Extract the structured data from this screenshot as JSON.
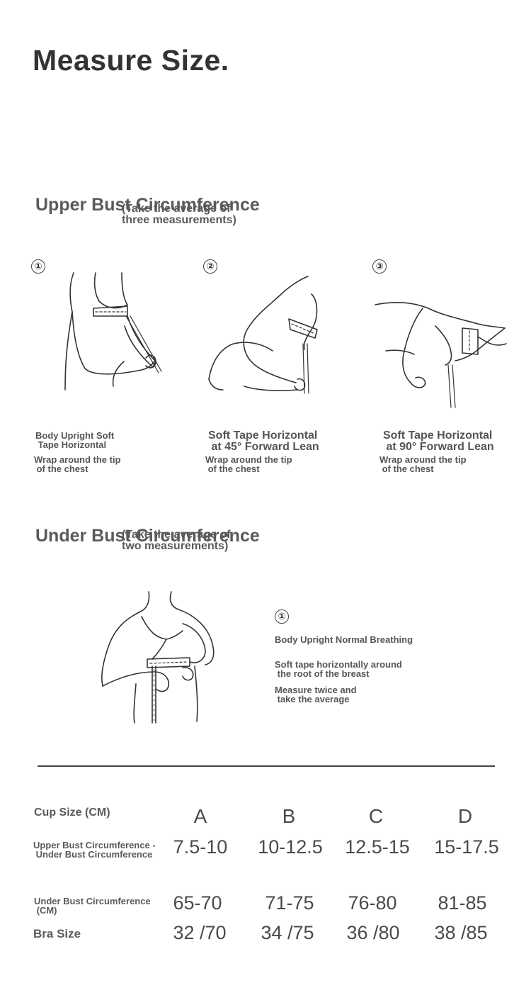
{
  "title": "Measure Size.",
  "upper": {
    "heading": "Upper Bust Circumference",
    "note": "(Take the average of\nthree measurements)",
    "steps": [
      {
        "num": "①",
        "caption1": "Body Upright Soft\n Tape Horizontal",
        "caption2": "Wrap around the tip\n of the chest"
      },
      {
        "num": "②",
        "caption1": "Soft Tape Horizontal\n at 45° Forward Lean",
        "caption2": "Wrap around the tip\n of the chest"
      },
      {
        "num": "③",
        "caption1": "Soft Tape Horizontal\n at 90° Forward Lean",
        "caption2": "Wrap around the tip\n of the chest"
      }
    ]
  },
  "under": {
    "heading": "Under Bust Circumference",
    "note": "(Take the average of\ntwo measurements)",
    "step_num": "①",
    "line1": "Body Upright Normal Breathing",
    "line2": "Soft tape horizontally around\n the root of the breast",
    "line3": "Measure twice and\n take the average"
  },
  "table": {
    "rows": [
      {
        "label": "Cup Size (CM)",
        "cells": [
          "A",
          "B",
          "C",
          "D"
        ]
      },
      {
        "label": "Upper Bust Circumference -\n Under Bust Circumference",
        "cells": [
          "7.5-10",
          "10-12.5",
          "12.5-15",
          "15-17.5"
        ]
      },
      {
        "label": "Under Bust Circumference\n (CM)",
        "cells": [
          "65-70",
          "71-75",
          "76-80",
          "81-85"
        ]
      },
      {
        "label": "Bra Size",
        "cells": [
          "32 /70",
          "34 /75",
          "36 /80",
          "38 /85"
        ]
      }
    ]
  }
}
